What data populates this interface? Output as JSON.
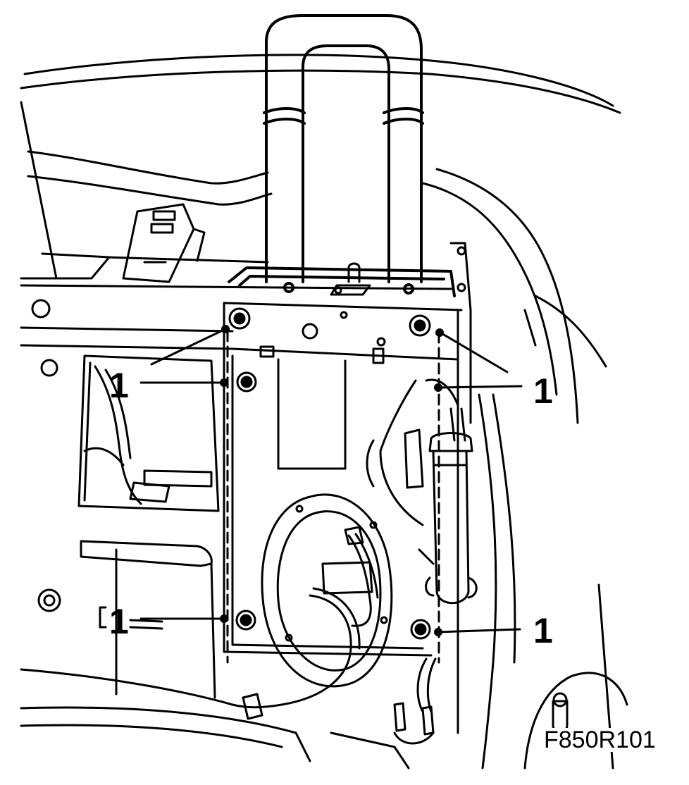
{
  "diagram": {
    "figure_id": "F850R101",
    "callouts": [
      "1",
      "1",
      "1",
      "1",
      "1",
      "1"
    ],
    "subject": "door panel mounting points",
    "ink_color": "#000000",
    "paper_color": "#ffffff"
  }
}
